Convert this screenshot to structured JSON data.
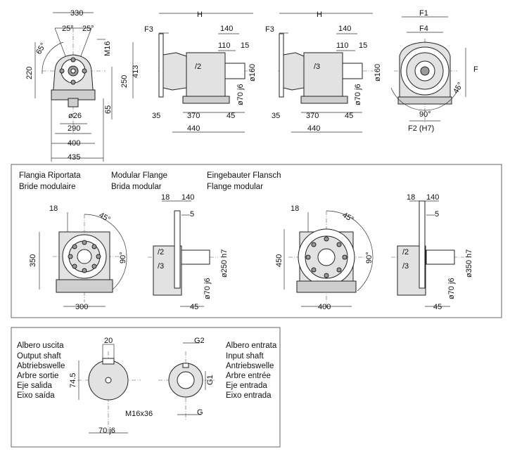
{
  "top_view_dims": {
    "a": "330",
    "angle_l": "25°",
    "angle_r": "25°",
    "angle_65": "65°",
    "m16": "M16",
    "h220": "220",
    "h250": "250",
    "h413": "413",
    "h65": "65",
    "d26": "ø26",
    "w290": "290",
    "w400": "400",
    "w435": "435"
  },
  "side_view_2": {
    "H": "H",
    "F3": "F3",
    "d140": "140",
    "d110": "110",
    "d15": "15",
    "stage": "/2",
    "d160": "ø160",
    "d70": "ø70 j6",
    "d35": "35",
    "d370": "370",
    "d45": "45",
    "d440": "440"
  },
  "side_view_3": {
    "H": "H",
    "F3": "F3",
    "d140": "140",
    "d110": "110",
    "d15": "15",
    "stage": "/3",
    "d160": "ø160",
    "d70": "ø70 j6",
    "d35": "35",
    "d370": "370",
    "d45": "45",
    "d440": "440"
  },
  "front_view": {
    "F1": "F1",
    "F4": "F4",
    "F": "F",
    "angle45": "45°",
    "angle90": "90°",
    "F2": "F2 (H7)"
  },
  "flange_section": {
    "title_it": "Flangia Riportata",
    "title_fr": "Bride modulaire",
    "title_en": "Modular Flange",
    "title_es": "Brida modular",
    "title_de": "Eingebauter Flansch",
    "title_pt": "Flange modular",
    "small": {
      "d18": "18",
      "angle45": "45°",
      "h350": "350",
      "angle90": "90°",
      "w300": "300",
      "s18": "18",
      "s140": "140",
      "s5": "5",
      "s2": "/2",
      "s3": "/3",
      "d250": "ø250 h7",
      "d70": "ø70 j6",
      "s45": "45"
    },
    "large": {
      "d18": "18",
      "angle45": "45°",
      "h450": "450",
      "angle90": "90°",
      "w400": "400",
      "s18": "18",
      "s140": "140",
      "s5": "5",
      "s2": "/2",
      "s3": "/3",
      "d350": "ø350 h7",
      "d70": "ø70 j6",
      "s45": "45"
    }
  },
  "shaft_section": {
    "out_it": "Albero uscita",
    "out_en": "Output shaft",
    "out_de": "Abtriebswelle",
    "out_fr": "Arbre sortie",
    "out_es": "Eje salida",
    "out_pt": "Eixo saída",
    "in_it": "Albero entrata",
    "in_en": "Input shaft",
    "in_de": "Antriebswelle",
    "in_fr": "Arbre entrée",
    "in_es": "Eje entrada",
    "in_pt": "Eixo entrada",
    "out_20": "20",
    "out_745": "74.5",
    "out_m16": "M16x36",
    "out_70": "70 j6",
    "in_G2": "G2",
    "in_G1": "G1",
    "in_G": "G"
  }
}
